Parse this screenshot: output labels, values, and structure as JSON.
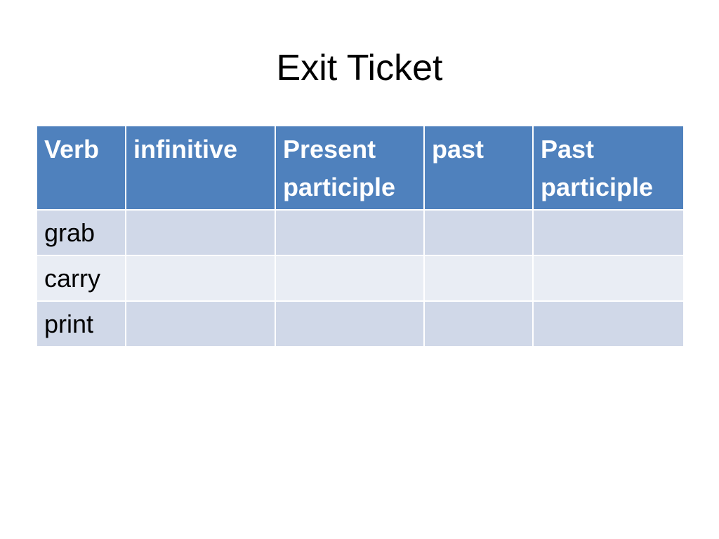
{
  "slide": {
    "title": "Exit Ticket"
  },
  "table": {
    "headers": [
      "Verb",
      "infinitive",
      "Present participle",
      "past",
      "Past participle"
    ],
    "rows": [
      [
        "grab",
        "",
        "",
        "",
        ""
      ],
      [
        "carry",
        "",
        "",
        "",
        ""
      ],
      [
        "print",
        "",
        "",
        "",
        ""
      ]
    ]
  },
  "colors": {
    "header_bg": "#4f81bd",
    "row_odd_bg": "#d0d8e8",
    "row_even_bg": "#e9edf4",
    "header_text": "#ffffff",
    "body_text": "#000000"
  }
}
